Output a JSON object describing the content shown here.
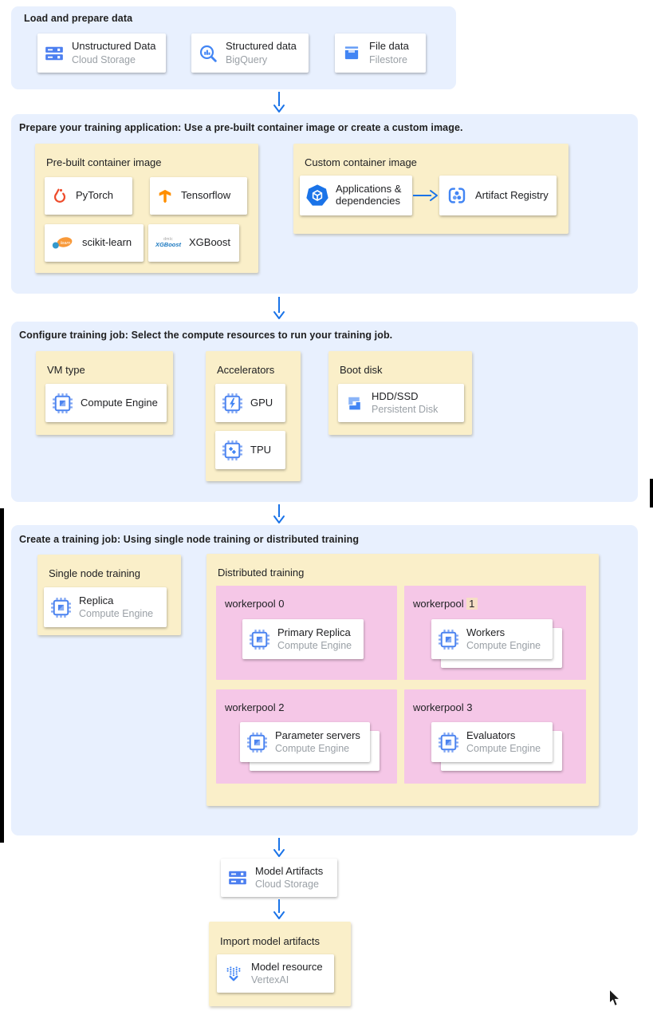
{
  "colors": {
    "section_bg": "#E8F0FE",
    "group_bg": "#FAEFC9",
    "workerpool_bg": "#F5C7E7",
    "icon_blue": "#4285F4",
    "arrow_blue": "#1A73E8",
    "pytorch_orange": "#EE4C2C",
    "tensorflow_orange": "#FF8F00",
    "highlight_tan": "#F6DFC6",
    "subtitle_gray": "#9AA0A6"
  },
  "icons": {
    "cloud_storage": "server-stack-icon",
    "bigquery": "magnifier-chart-icon",
    "filestore": "drawer-icon",
    "pytorch": "flame-ring-icon",
    "tensorflow": "tf-mark-icon",
    "sklearn": "sklearn-logo-icon",
    "xgboost": "xgboost-logo-icon",
    "applications": "heptagon-cube-icon",
    "artifact_registry": "brackets-dots-icon",
    "compute_engine": "chip-icon",
    "gpu": "chip-bolt-icon",
    "tpu": "chip-diamonds-icon",
    "persistent_disk": "interlocked-blocks-icon",
    "vertex_ai": "dotted-arrow-icon"
  },
  "load": {
    "title": "Load and prepare data",
    "unstructured": {
      "title": "Unstructured Data",
      "subtitle": "Cloud Storage"
    },
    "structured": {
      "title": "Structured data",
      "subtitle": "BigQuery"
    },
    "file": {
      "title": "File data",
      "subtitle": "Filestore"
    }
  },
  "prepare": {
    "title": "Prepare your training application: Use a pre-built container image or create a custom image.",
    "prebuilt": {
      "label": "Pre-built container image",
      "pytorch": "PyTorch",
      "tensorflow": "Tensorflow",
      "sklearn": "scikit-learn",
      "sklearn_logo_text": "learn",
      "xgboost": "XGBoost",
      "xgb_logo_top": "dmlc",
      "xgb_logo_main": "XGBoost"
    },
    "custom": {
      "label": "Custom container image",
      "appdeps": "Applications & dependencies",
      "registry": "Artifact Registry"
    }
  },
  "configure": {
    "title": "Configure training job: Select the compute resources to run your training job.",
    "vm": {
      "label": "VM type",
      "card": "Compute Engine"
    },
    "accelerators": {
      "label": "Accelerators",
      "gpu": "GPU",
      "tpu": "TPU"
    },
    "boot": {
      "label": "Boot disk",
      "title": "HDD/SSD",
      "subtitle": "Persistent Disk"
    }
  },
  "create": {
    "title": "Create a training job: Using single node training or distributed training",
    "single": {
      "label": "Single node training",
      "title": "Replica",
      "subtitle": "Compute Engine"
    },
    "distributed": {
      "label": "Distributed training",
      "pools": [
        {
          "name": "workerpool",
          "number": "0",
          "card_title": "Primary Replica",
          "card_subtitle": "Compute Engine"
        },
        {
          "name": "workerpool",
          "number": "1",
          "card_title": "Workers",
          "card_subtitle": "Compute Engine"
        },
        {
          "name": "workerpool",
          "number": "2",
          "card_title": "Parameter servers",
          "card_subtitle": "Compute Engine"
        },
        {
          "name": "workerpool",
          "number": "3",
          "card_title": "Evaluators",
          "card_subtitle": "Compute Engine"
        }
      ]
    }
  },
  "outputs": {
    "artifacts": {
      "title": "Model Artifacts",
      "subtitle": "Cloud Storage"
    },
    "import_label": "Import model artifacts",
    "model": {
      "title": "Model resource",
      "subtitle": "VertexAI"
    }
  }
}
